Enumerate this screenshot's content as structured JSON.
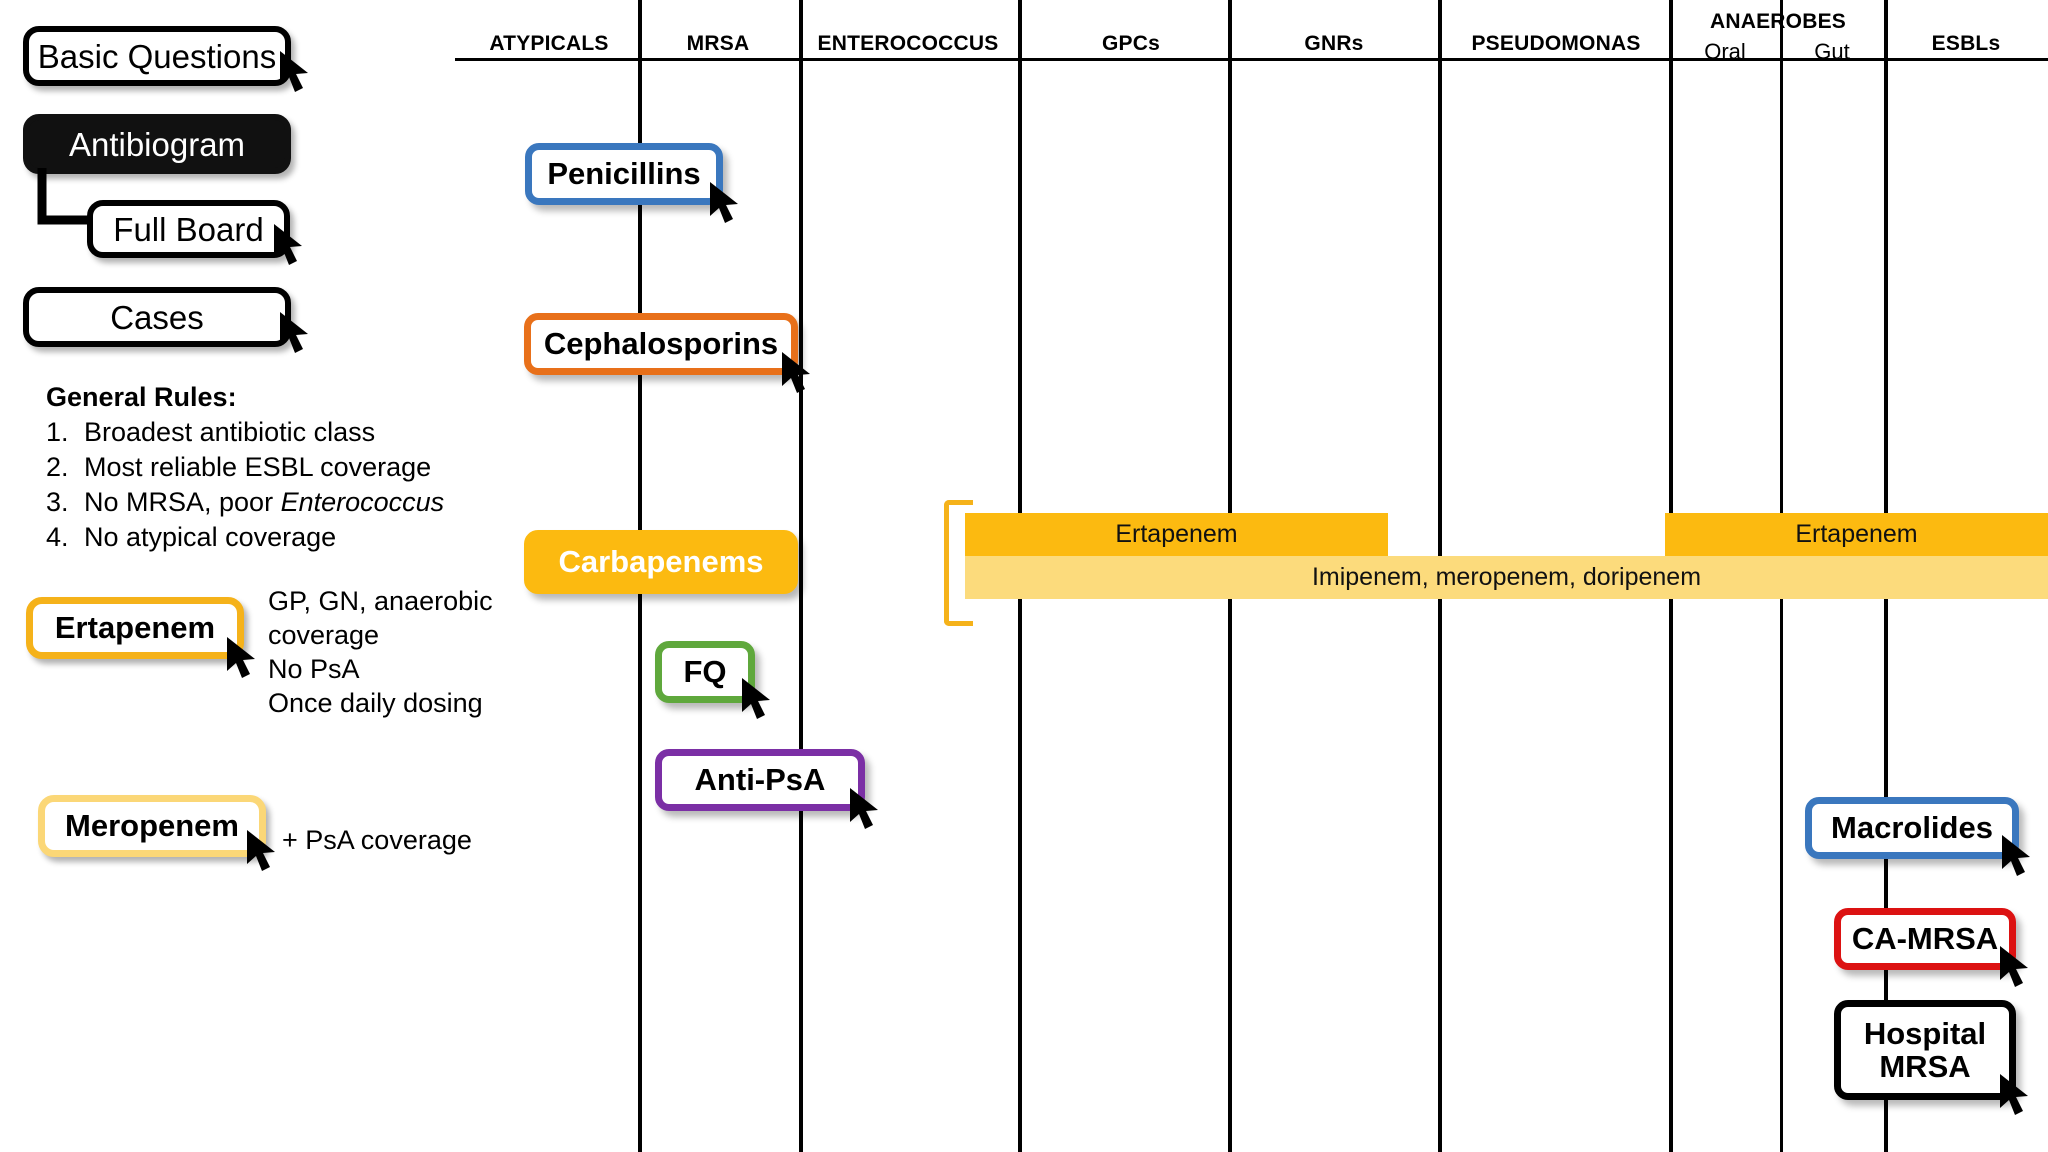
{
  "nav": {
    "items": [
      {
        "label": "Basic Questions",
        "style": "outline"
      },
      {
        "label": "Antibiogram",
        "style": "filled"
      },
      {
        "label": "Full Board",
        "style": "outline"
      },
      {
        "label": "Cases",
        "style": "outline"
      }
    ]
  },
  "rules": {
    "heading": "General Rules:",
    "items": [
      {
        "num": "1.",
        "text": "Broadest antibiotic class"
      },
      {
        "num": "2.",
        "text": "Most reliable ESBL coverage"
      },
      {
        "num": "3.",
        "text": "No MRSA, poor ",
        "em": "Enterococcus"
      },
      {
        "num": "4.",
        "text": "No atypical coverage"
      }
    ]
  },
  "drug_callouts": [
    {
      "name": "Ertapenem",
      "note": "GP, GN, anaerobic\n   coverage\nNo PsA\nOnce daily dosing",
      "accent": "#F5B21A"
    },
    {
      "name": "Meropenem",
      "note": "+ PsA coverage",
      "accent": "#FBD777"
    }
  ],
  "columns": [
    {
      "label": "ATYPICALS"
    },
    {
      "label": "MRSA"
    },
    {
      "label": "ENTEROCOCCUS"
    },
    {
      "label": "GPCs"
    },
    {
      "label": "GNRs"
    },
    {
      "label": "PSEUDOMONAS"
    },
    {
      "label": "ANAEROBES",
      "sub": [
        "Oral",
        "Gut"
      ]
    },
    {
      "label": "ESBLs"
    }
  ],
  "class_boxes": [
    {
      "label": "Penicillins",
      "accent": "#3A77BE",
      "fill": "#ffffff",
      "text": "#000000"
    },
    {
      "label": "Cephalosporins",
      "accent": "#E8701A",
      "fill": "#ffffff",
      "text": "#000000"
    },
    {
      "label": "Carbapenems",
      "accent": "#FCBA10",
      "fill": "#FCBA10",
      "text": "#ffffff"
    },
    {
      "label": "FQ",
      "accent": "#5FA83C",
      "fill": "#ffffff",
      "text": "#000000"
    },
    {
      "label": "Anti-PsA",
      "accent": "#7B2FA5",
      "fill": "#ffffff",
      "text": "#000000"
    },
    {
      "label": "Macrolides",
      "accent": "#3A77BE",
      "fill": "#ffffff",
      "text": "#000000"
    },
    {
      "label": "CA-MRSA",
      "accent": "#DC1212",
      "fill": "#ffffff",
      "text": "#000000"
    },
    {
      "label": "Hospital MRSA",
      "line1": "Hospital",
      "line2": "MRSA",
      "accent": "#000000",
      "fill": "#ffffff",
      "text": "#000000"
    }
  ],
  "coverage_bars": [
    {
      "label": "Ertapenem",
      "color": "#FCBA10",
      "tier": "upper"
    },
    {
      "label": "Ertapenem",
      "color": "#FCBA10",
      "tier": "upper"
    },
    {
      "label": "Imipenem, meropenem, doripenem",
      "color": "#FCDB7C",
      "tier": "lower"
    }
  ],
  "colors": {
    "amber_dark": "#FCBA10",
    "amber_light": "#FCDB7C",
    "bracket": "#F5B21A"
  }
}
